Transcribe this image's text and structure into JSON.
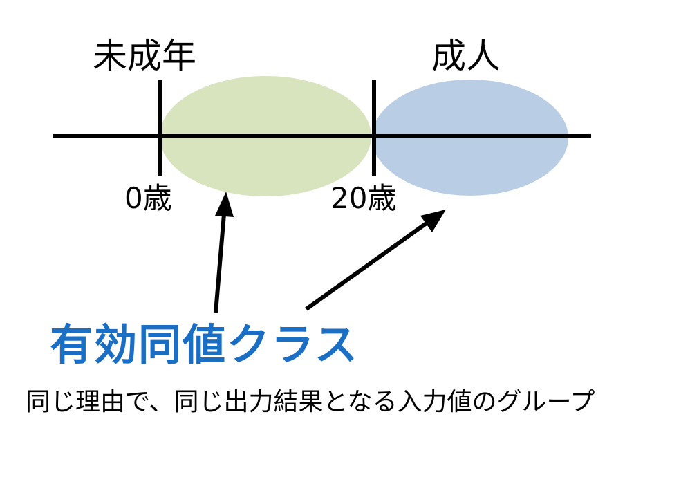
{
  "labels": {
    "minor": "未成年",
    "adult": "成人",
    "age_0": "0歳",
    "age_20": "20歳"
  },
  "title": "有効同値クラス",
  "description": "同じ理由で、同じ出力結果となる入力値のグループ",
  "colors": {
    "minor_fill": "#d7e4bd",
    "adult_fill": "#b9cde5",
    "title": "#1a6fc4",
    "line": "#000000"
  }
}
